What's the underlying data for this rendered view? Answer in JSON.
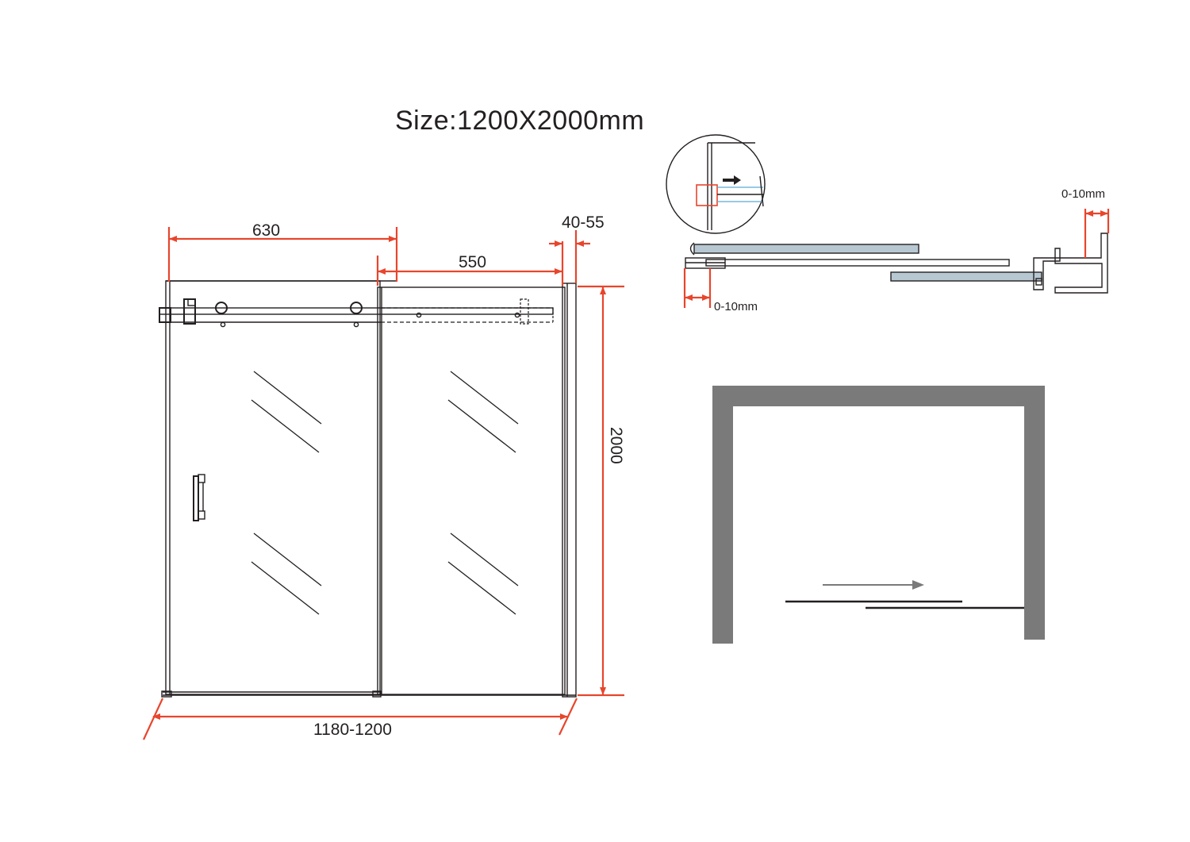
{
  "title": "Size:1200X2000mm",
  "dimensions": {
    "fixed_panel_width": "630",
    "door_width": "550",
    "wall_profile": "40-55",
    "height": "2000",
    "total_width": "1180-1200"
  },
  "detail": {
    "wall_adjust_right": "0-10mm",
    "wall_adjust_left": "0-10mm"
  },
  "colors": {
    "dimension": "#e8452c",
    "ink": "#231f20",
    "glass": "#b7c8d3",
    "wall": "#7a7a7a"
  }
}
